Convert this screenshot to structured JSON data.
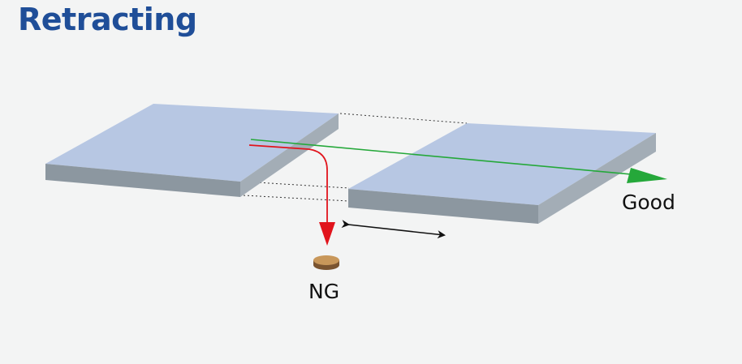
{
  "title": "Retracting",
  "labels": {
    "good": "Good",
    "ng": "NG"
  },
  "colors": {
    "title": "#1f4e98",
    "plate_top": "#b7c7e3",
    "plate_front": "#8c97a0",
    "plate_side": "#a3adb6",
    "good_path": "#25a83a",
    "ng_path": "#e1141c",
    "ng_part_top": "#c8975a",
    "ng_part_side": "#7a5430",
    "motion_arrow": "#111111",
    "background": "#f3f4f4"
  },
  "elements": {
    "left_conveyor": "fixed conveyor",
    "right_conveyor": "retracting conveyor",
    "motion_arrow_icon": "double-headed-arrow-icon",
    "ng_part_icon": "disc-part-icon"
  }
}
